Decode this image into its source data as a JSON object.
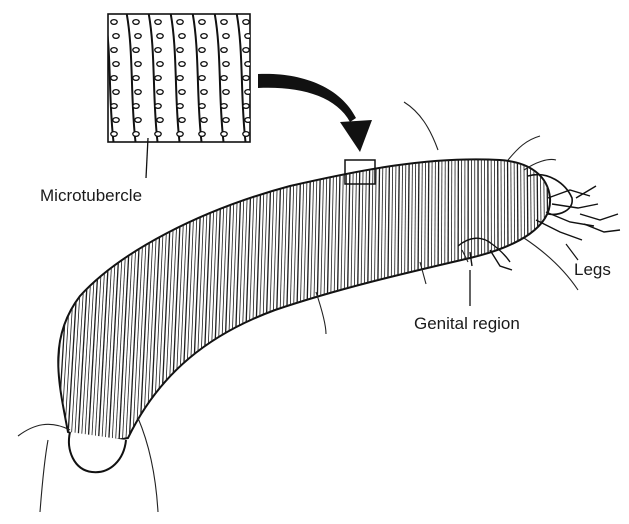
{
  "labels": {
    "microtubercle": "Microtubercle",
    "legs": "Legs",
    "genital_region": "Genital region"
  }
}
